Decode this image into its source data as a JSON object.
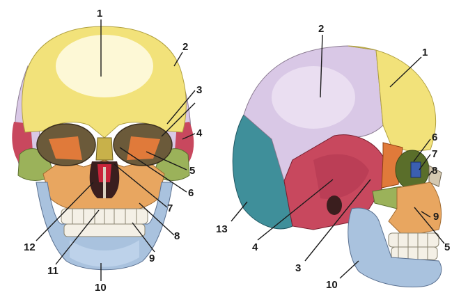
{
  "front_view": {
    "labels": [
      "1",
      "2",
      "3",
      "4",
      "5",
      "6",
      "7",
      "8",
      "9",
      "10",
      "11",
      "12"
    ]
  },
  "lateral_view": {
    "labels": [
      "1",
      "2",
      "3",
      "4",
      "5",
      "6",
      "7",
      "8",
      "9",
      "10",
      "13"
    ]
  },
  "colors": {
    "frontal": "#f2e27a",
    "parietal": "#d9c8e6",
    "temporal": "#c8485e",
    "zygomatic": "#9bb25a",
    "maxilla": "#e8a660",
    "mandible": "#a9c2de",
    "occipital": "#3f8f9a",
    "sphenoid": "#e07a3a",
    "nasal": "#c8b14a",
    "lacrimal": "#3b5fb0"
  }
}
